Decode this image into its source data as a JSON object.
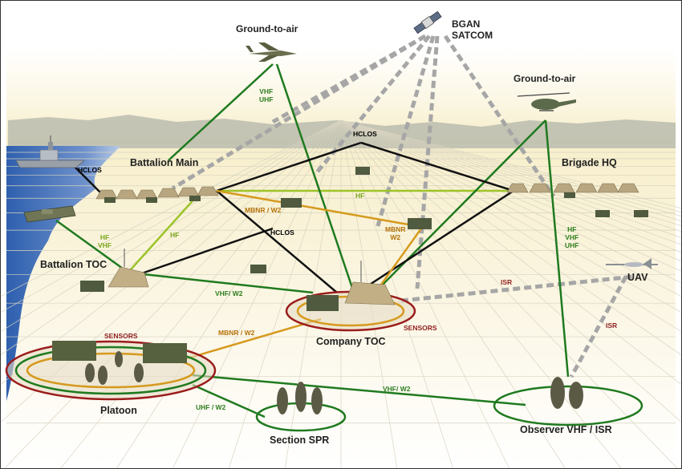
{
  "nodes": {
    "bgan": "BGAN\nSATCOM",
    "ground_air_left": "Ground-to-air",
    "ground_air_right": "Ground-to-air",
    "battalion_main": "Battalion Main",
    "brigade_hq": "Brigade HQ",
    "battalion_toc": "Battalion TOC",
    "company_toc": "Company TOC",
    "uav": "UAV",
    "platoon": "Platoon",
    "section_spr": "Section SPR",
    "observer": "Observer VHF / ISR"
  },
  "links": {
    "vhf_uhf_aircraft": "VHF\nUHF",
    "hclos_top": "HCLOS",
    "hclos_ship": "HCLOS",
    "hclos_mid": "HCLOS",
    "hf_main_brigade": "HF",
    "hf_main_toc": "HF",
    "hf_vhf_boat": "HF\nVHF",
    "mbnr_w2_center": "MBNR / W2",
    "mbnr_w2_vehicle": "MBNR\nW2",
    "hf_vhf_uhf_right": "HF\nVHF\nUHF",
    "isr_uav": "ISR",
    "isr_observer": "ISR",
    "vhf_w2_toc": "VHF/ W2",
    "mbnr_w2_platoon": "MBNR / W2",
    "sensors_company": "SENSORS",
    "sensors_platoon": "SENSORS",
    "uhf_w2": "UHF / W2",
    "vhf_w2_observer": "VHF/ W2"
  },
  "colors": {
    "satcom": "#a6a6a6",
    "vhf_uhf": "#1f7a1f",
    "hclos": "#111111",
    "hf": "#9cc32a",
    "mbnr": "#d69a1e",
    "sensors_ring": "#9b1c1c",
    "isr": "#a6a6a6"
  }
}
